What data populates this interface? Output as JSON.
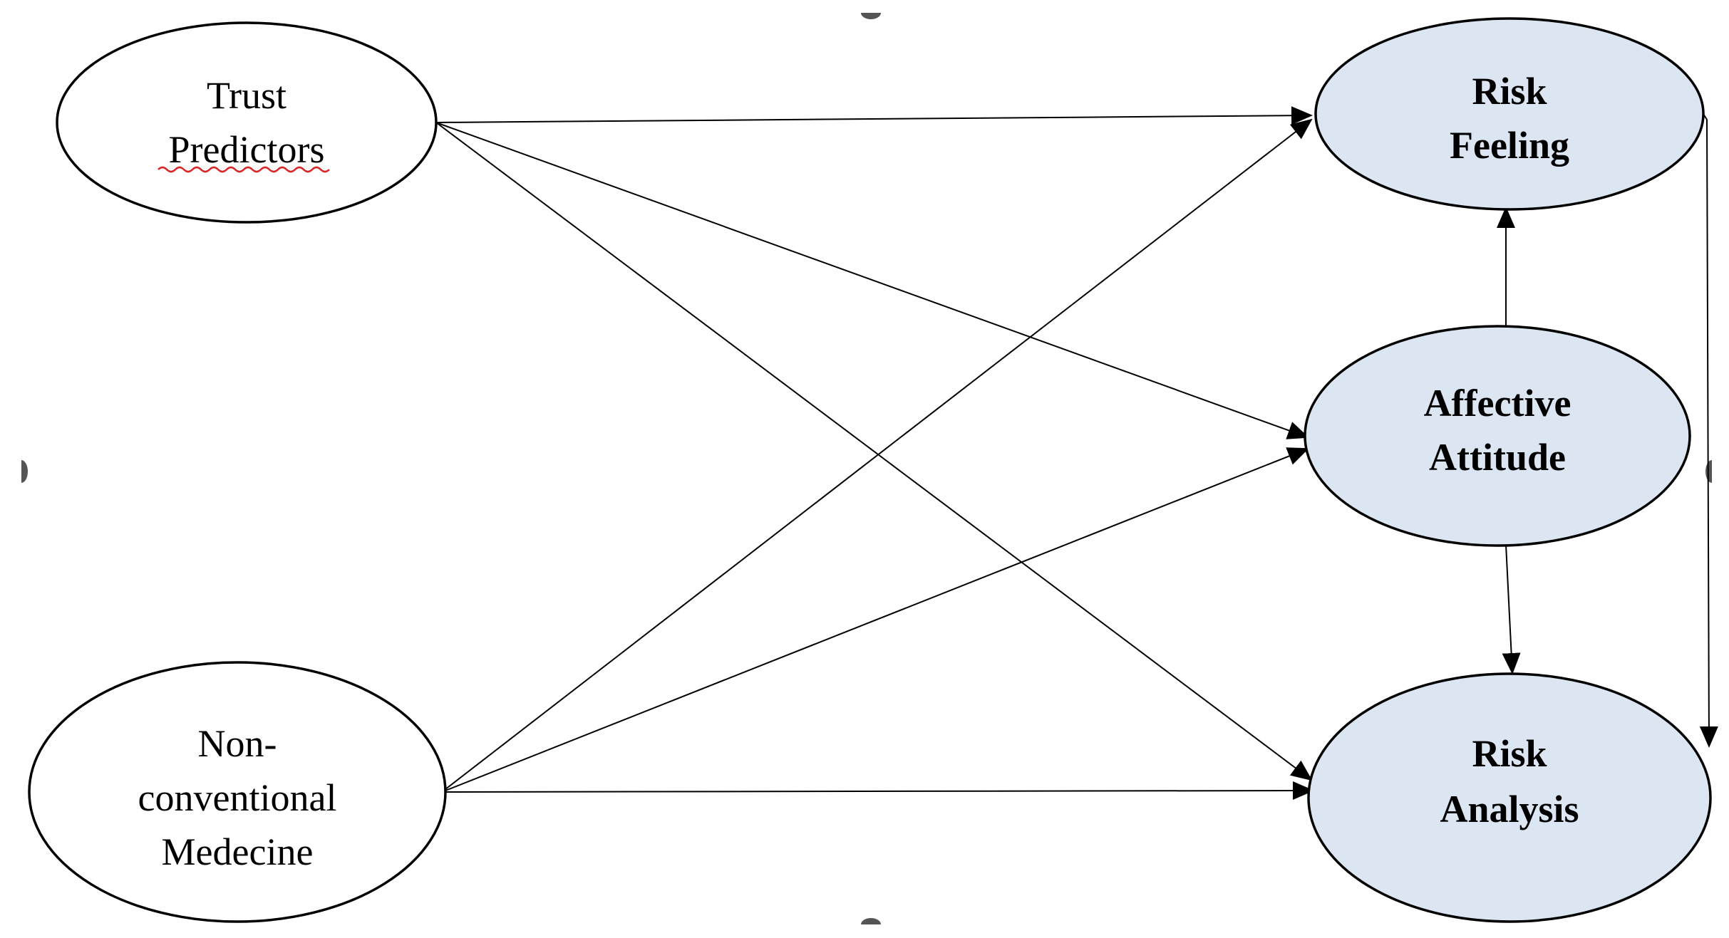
{
  "diagram": {
    "node_fill_outcome": "#dce6f2",
    "node_fill_predictor": "#ffffff",
    "nodes": {
      "trust": {
        "line1": "Trust",
        "line2": "Predictors"
      },
      "ncm": {
        "line1": "Non-",
        "line2": "conventional",
        "line3": "Medecine"
      },
      "risk_feeling": {
        "line1": "Risk",
        "line2": "Feeling"
      },
      "affective_attitude": {
        "line1": "Affective",
        "line2": "Attitude"
      },
      "risk_analysis": {
        "line1": "Risk",
        "line2": "Analysis"
      }
    },
    "edges": [
      {
        "from": "trust",
        "to": "risk_feeling"
      },
      {
        "from": "trust",
        "to": "affective_attitude"
      },
      {
        "from": "trust",
        "to": "risk_analysis"
      },
      {
        "from": "ncm",
        "to": "risk_feeling"
      },
      {
        "from": "ncm",
        "to": "affective_attitude"
      },
      {
        "from": "ncm",
        "to": "risk_analysis"
      },
      {
        "from": "affective_attitude",
        "to": "risk_feeling"
      },
      {
        "from": "affective_attitude",
        "to": "risk_analysis"
      },
      {
        "from": "risk_feeling",
        "to": "risk_analysis"
      }
    ]
  }
}
